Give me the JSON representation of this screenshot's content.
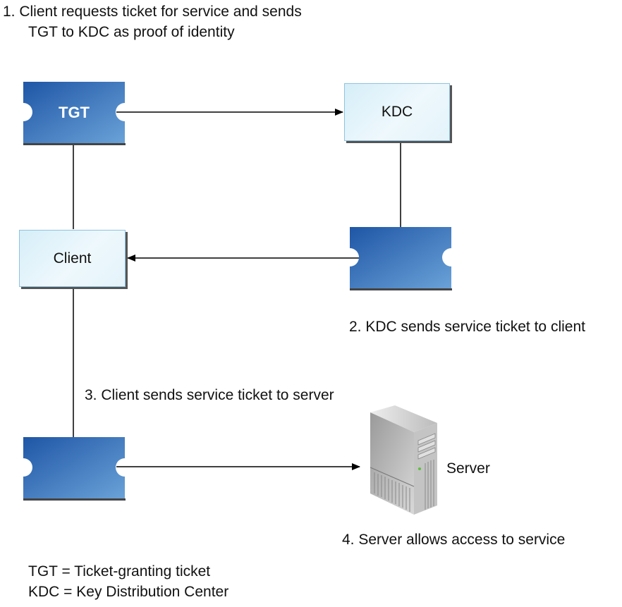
{
  "steps": {
    "step1_line1": "1.  Client requests ticket for service and sends",
    "step1_line2": "TGT to KDC as proof of identity",
    "step2": "2.  KDC sends service ticket to client",
    "step3": "3. Client sends service ticket to server",
    "step4": "4.  Server allows access to service"
  },
  "nodes": {
    "tgt_ticket": {
      "label": "TGT",
      "icon": "ticket-icon"
    },
    "kdc": {
      "label": "KDC"
    },
    "client": {
      "label": "Client"
    },
    "service_ticket_from_kdc": {
      "label": "",
      "icon": "ticket-icon"
    },
    "service_ticket_to_server": {
      "label": "",
      "icon": "ticket-icon"
    },
    "server": {
      "label": "Server",
      "icon": "server-tower-icon"
    }
  },
  "legend": {
    "line1": "TGT = Ticket-granting ticket",
    "line2": "KDC = Key Distribution Center"
  },
  "colors": {
    "ticket_dark": "#1f56a6",
    "ticket_light": "#6aa2d8",
    "box_border": "#8ec3e0",
    "box_fill": "#e8f6fc"
  }
}
